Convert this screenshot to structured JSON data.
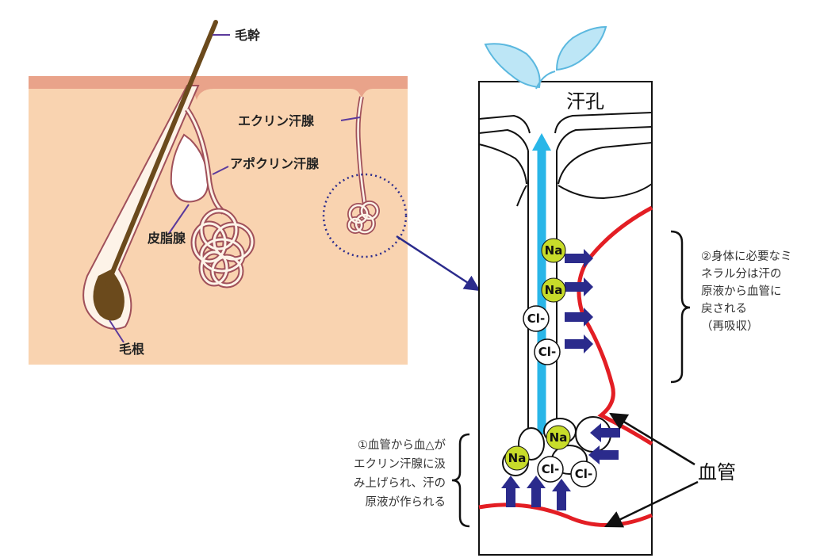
{
  "labels": {
    "hair_shaft": "毛幹",
    "eccrine_gland": "エクリン汗腺",
    "apocrine_gland": "アポクリン汗腺",
    "sebaceous_gland": "皮脂腺",
    "hair_root": "毛根",
    "sweat_pore": "汗孔",
    "blood_vessel": "血管"
  },
  "ions": {
    "sodium": "Na",
    "chloride": "Cl-"
  },
  "note_reabsorption": [
    "②身体に必要なミ",
    "ネラル分は汗の",
    "原液から血管に",
    "戻される",
    "（再吸収）"
  ],
  "note_formation": [
    "①血管から血△が",
    "エクリン汗腺に汲",
    "み上げられ、汗の",
    "原液が作られる"
  ],
  "colors": {
    "skin": "#f9d3b0",
    "epidermis": "#e9a38a",
    "hair": "#6b4a1c",
    "vessel": "#e31e24",
    "sweat": "#29b6e8",
    "arrow": "#2b2b8c",
    "sodium": "#c8dc2a",
    "pointer": "#5b3a9c"
  }
}
